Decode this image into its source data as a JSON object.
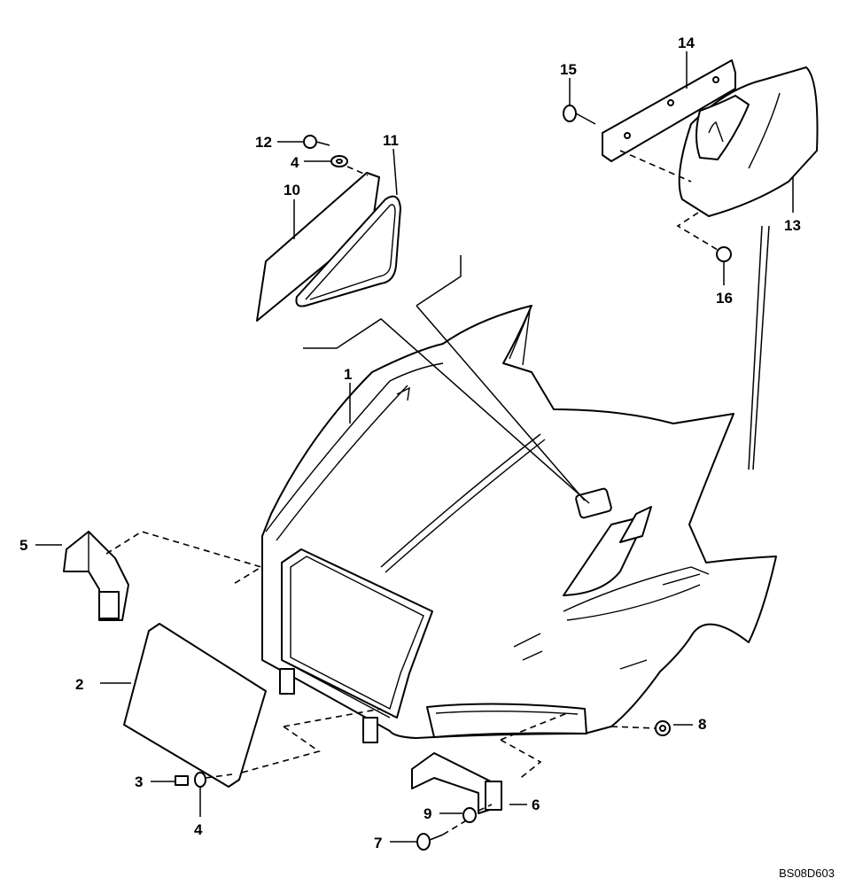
{
  "drawing_code": "BS08D603",
  "callouts": [
    "1",
    "2",
    "3",
    "4",
    "4",
    "5",
    "6",
    "7",
    "8",
    "9",
    "10",
    "11",
    "12",
    "13",
    "14",
    "15",
    "16"
  ]
}
